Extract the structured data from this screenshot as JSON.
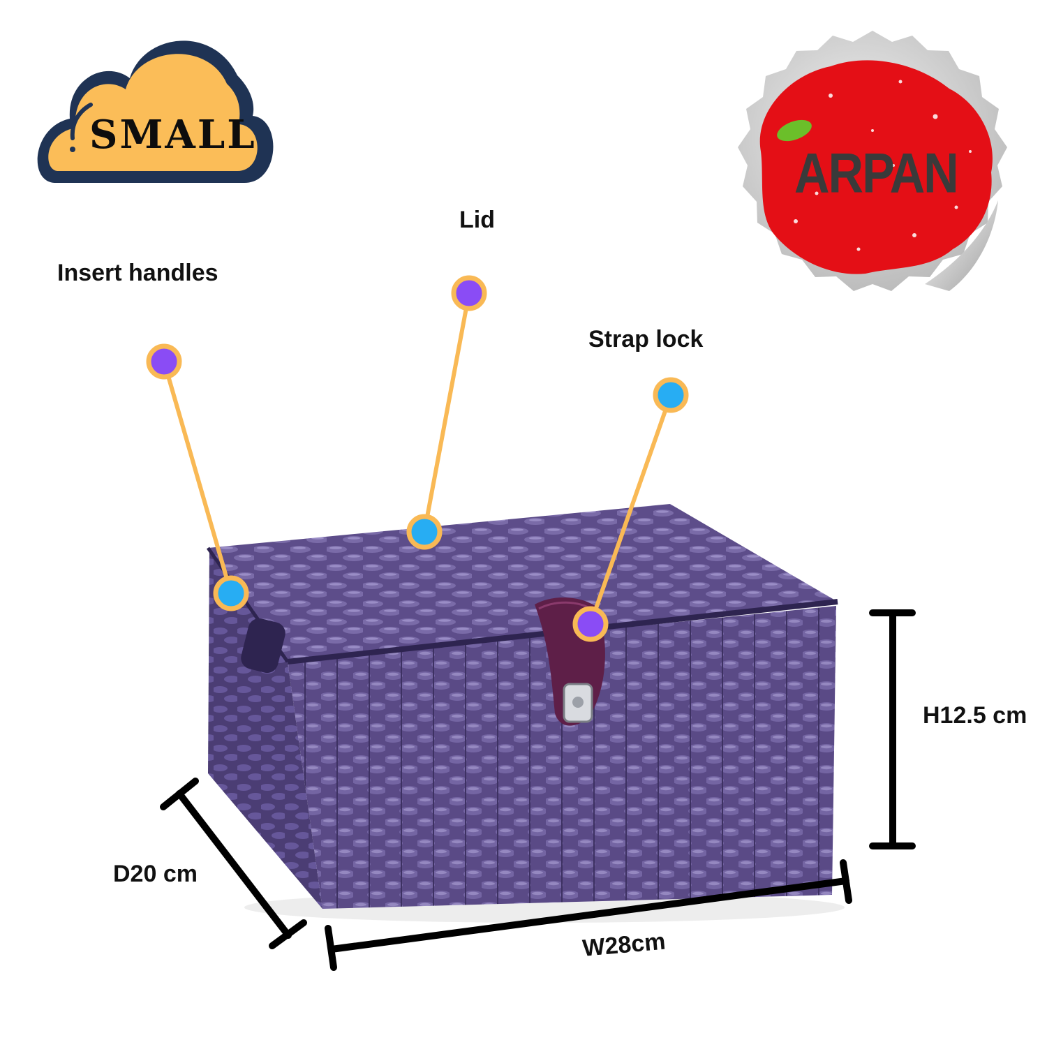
{
  "badge": {
    "text": "SMALL"
  },
  "brand": {
    "text": "ARPAN"
  },
  "callouts": {
    "insert_handles": "Insert handles",
    "lid": "Lid",
    "strap_lock": "Strap lock"
  },
  "dimensions": {
    "height": "H12.5 cm",
    "depth": "D20 cm",
    "width": "W28cm"
  },
  "colors": {
    "basket": "#5a4a86",
    "callout_line": "#f9b955",
    "dot_purple": "#8a4cf5",
    "dot_blue": "#27adf3",
    "cloud_fill": "#fbbd58",
    "cloud_outline": "#1f3354",
    "sticker_red": "#e40f16",
    "sticker_gray": "#cfcfcf"
  }
}
